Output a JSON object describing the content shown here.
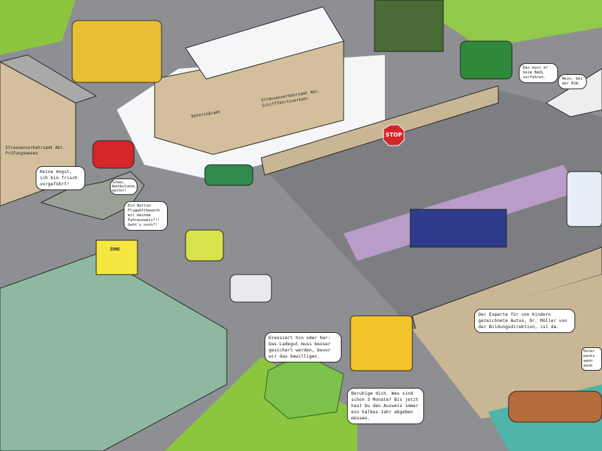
{
  "buildings": {
    "left_office_sign": "Strassenverkehrsamt Abt. Prüfungswesen",
    "main_office_sign": "Strassenverkehrsamt Abt. Schifffahrtsverkehr",
    "vet_office_sign": "Veterinäramt",
    "office_poster": "ZONE"
  },
  "signs": {
    "stop": "STOP"
  },
  "bubbles": {
    "dinosaur": "Keine Angst, ich bin frisch vorgeführt!",
    "car_watchers": "Schau, Rennkolonne weiter!",
    "balloon": "Ein Ballon-Flugwettbewerb mit meinem Fahrausweis?!! Geht's noch?!",
    "truck": "Dressiert hin oder her: Das Ladegut muss besser gesichert werden, bevor wir das bewilligen.",
    "tree": "Beruhige dich. Was sind schon 3 Monate? Bis jetzt hast Du den Ausweis immer ein halbes Jahr abgeben müssen.",
    "expert": "Der Experte für von Kindern gezeichnete Autos, Dr. Müller von der Bildungsdirektion, ist da.",
    "bazl": "Das muss er beim BAZL vorführen.",
    "esa": "Nein, bei der ESA.",
    "right_edge": "Unter parki wann ausk"
  },
  "colors": {
    "road": "#8e8f93",
    "grass": "#8cc63f",
    "building": "#d3bf9c",
    "snow": "#f4f6f8"
  }
}
